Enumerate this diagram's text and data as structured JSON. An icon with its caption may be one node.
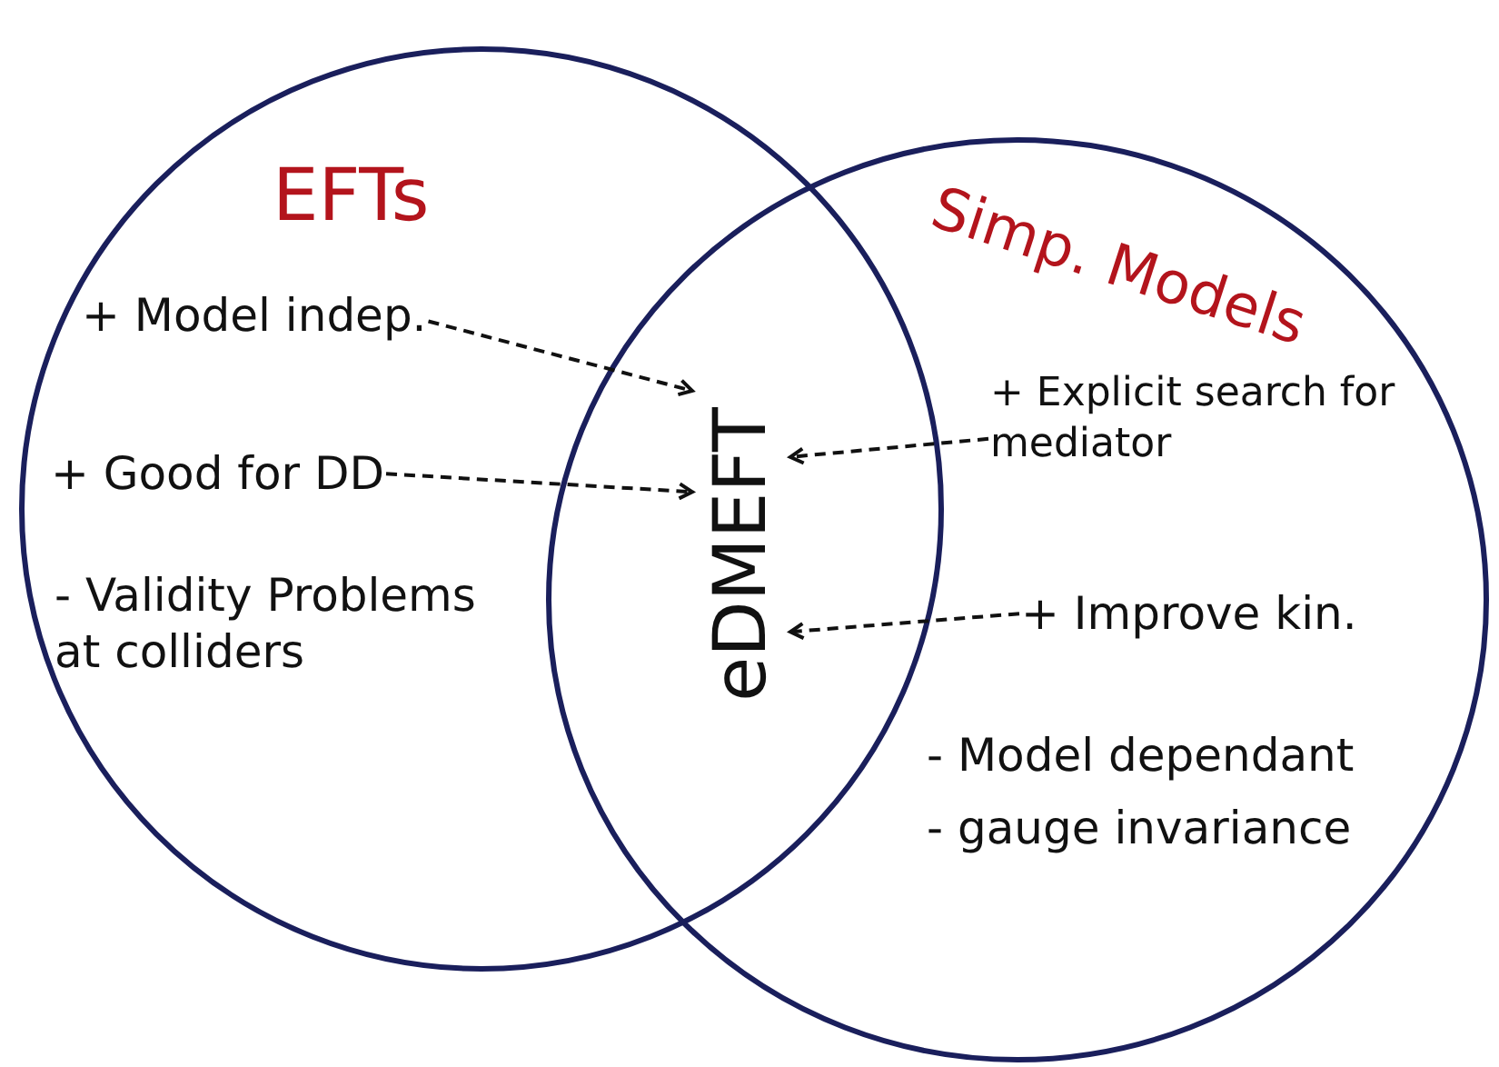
{
  "diagram": {
    "nodes": [
      {
        "text": [
          "EFTs"
        ]
      },
      {
        "text": [
          "Simp. Models"
        ]
      },
      {
        "text": [
          "eDMEFT"
        ]
      },
      {
        "text": [
          "+ Model indep."
        ],
        "in": 0
      },
      {
        "text": [
          "+ Good for DD"
        ],
        "in": 0
      },
      {
        "text": [
          "- Validity Problems at colliders"
        ],
        "in": 0
      },
      {
        "text": [
          "+ Explicit search for mediator"
        ],
        "in": 1
      },
      {
        "text": [
          "+ Improve kin."
        ],
        "in": 1
      },
      {
        "text": [
          "- Model dependant"
        ],
        "in": 1
      },
      {
        "text": [
          "- gauge invariance"
        ],
        "in": 1
      }
    ],
    "edges": [
      {
        "from": 3,
        "to": 2,
        "arrow": "to",
        "style": "dashed"
      },
      {
        "from": 4,
        "to": 2,
        "arrow": "to",
        "style": "dashed"
      },
      {
        "from": 6,
        "to": 2,
        "arrow": "to",
        "style": "dashed"
      },
      {
        "from": 7,
        "to": 2,
        "arrow": "to",
        "style": "dashed"
      }
    ]
  }
}
